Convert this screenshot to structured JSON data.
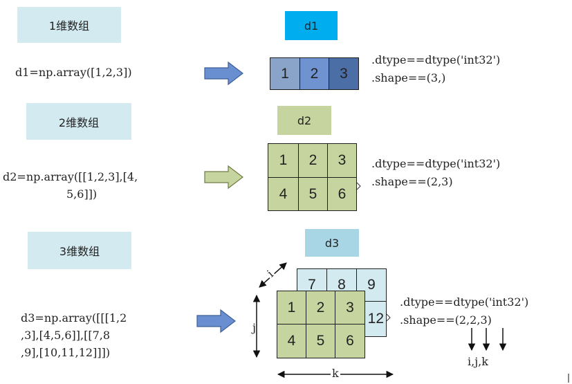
{
  "colors": {
    "label_bg": "#d3eaf1",
    "d1_box": "#00aeef",
    "d2_box": "#c6d49f",
    "d3_box": "#a9d6e4",
    "blue_arrow": "#6a8fd1",
    "green_arrow": "#c6d49f",
    "d1_cells": [
      "#8aa4c9",
      "#6f92d0",
      "#4b6ea6"
    ],
    "green_cell": "#c6d49f",
    "blue_cell": "#d3eaf1"
  },
  "section1": {
    "label": "1维数组",
    "code": "d1=np.array([1,2,3])",
    "name": "d1",
    "cells": [
      "1",
      "2",
      "3"
    ],
    "dtype": ".dtype==dtype('int32')",
    "shape": ".shape==(3,)"
  },
  "section2": {
    "label": "2维数组",
    "code_line1": "d2=np.array([[1,2,3],[4,",
    "code_line2": "5,6]])",
    "name": "d2",
    "cells": [
      "1",
      "2",
      "3",
      "4",
      "5",
      "6"
    ],
    "dtype": ".dtype==dtype('int32')",
    "shape": ".shape==(2,3)"
  },
  "section3": {
    "label": "3维数组",
    "code_line1": "d3=np.array([[[1,2",
    "code_line2": ",3],[4,5,6]],[[7,8",
    "code_line3": ",9],[10,11,12]]])",
    "name": "d3",
    "front_cells": [
      "1",
      "2",
      "3",
      "4",
      "5",
      "6"
    ],
    "back_cells": [
      "7",
      "8",
      "9",
      "12"
    ],
    "dtype": ".dtype==dtype('int32')",
    "shape": ".shape==(2,2,3)",
    "axis_i": "i",
    "axis_j": "j",
    "axis_k": "k",
    "axes_caption": "i,j,k"
  }
}
